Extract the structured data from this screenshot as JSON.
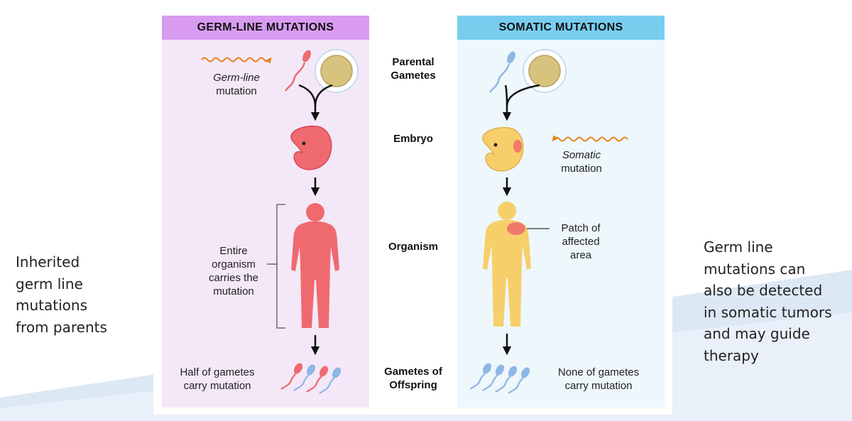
{
  "side_notes": {
    "left": "Inherited\ngerm line\nmutations\nfrom parents",
    "right": "Germ line\nmutations can\nalso be detected\nin somatic tumors\nand may guide\ntherapy"
  },
  "germline": {
    "header": "GERM-LINE MUTATIONS",
    "mutation_label_line1": "Germ-line",
    "mutation_label_line2": "mutation",
    "organism_note": "Entire\norganism\ncarries the\nmutation",
    "gametes_note": "Half of gametes\ncarry mutation"
  },
  "stages": {
    "parental": "Parental\nGametes",
    "embryo": "Embryo",
    "organism": "Organism",
    "offspring": "Gametes of\nOffspring"
  },
  "somatic": {
    "header": "SOMATIC MUTATIONS",
    "mutation_label_line1": "Somatic",
    "mutation_label_line2": "mutation",
    "patch_note": "Patch of\naffected\narea",
    "gametes_note": "None of gametes\ncarry mutation"
  },
  "colors": {
    "germ_panel": "#f4e8f8",
    "germ_header": "#d89bf0",
    "somatic_panel": "#eef7fc",
    "somatic_header": "#78cdef",
    "mutated_red": "#ef6a6f",
    "healthy_yellow": "#f7cf6a",
    "sperm_blue": "#8fb7e6",
    "mutation_wave": "#e6821e"
  }
}
